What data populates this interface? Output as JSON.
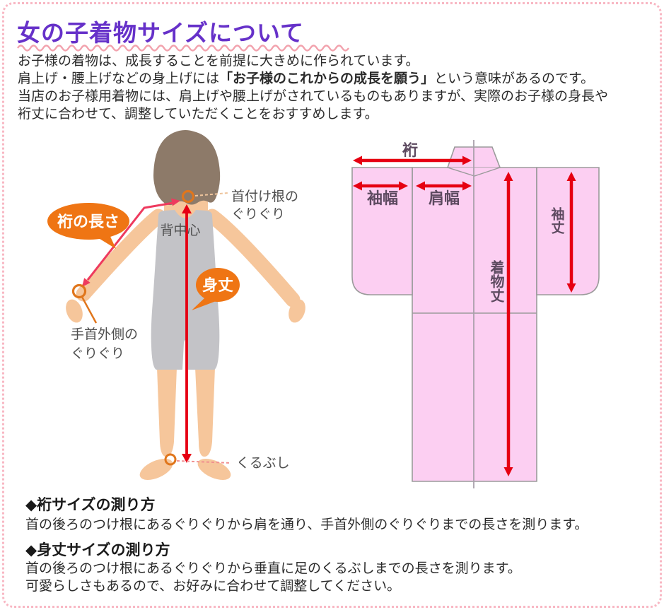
{
  "page": {
    "title": "女の子着物サイズについて",
    "intro_line1": "お子様の着物は、成長することを前提に大きめに作られています。",
    "intro_line2_pre": "肩上げ・腰上げなどの身上げには",
    "intro_line2_bold": "「お子様のこれからの成長を願う」",
    "intro_line2_post": "という意味があるのです。",
    "intro_line3": "当店のお子様用着物には、肩上げや腰上げがされているものもありますが、実際のお子様の身長や",
    "intro_line4": "裄丈に合わせて、調整していただくことをおすすめします。"
  },
  "child_figure": {
    "bubble_yuki": "裄の長さ",
    "bubble_mitake": "身丈",
    "label_neck_line1": "首付け根の",
    "label_neck_line2": "ぐりぐり",
    "label_back_center": "背中心",
    "label_wrist_line1": "手首外側の",
    "label_wrist_line2": "ぐりぐり",
    "label_ankle": "くるぶし"
  },
  "kimono_figure": {
    "label_yuki": "裄",
    "label_sode_haba": "袖幅",
    "label_kata_haba": "肩幅",
    "label_sode_take": "袖丈",
    "label_kimono_take": "着物丈"
  },
  "sections": [
    {
      "heading": "◆裄サイズの測り方",
      "lines": [
        "首の後ろのつけ根にあるぐりぐりから肩を通り、手首外側のぐりぐりまでの長さを測ります。"
      ]
    },
    {
      "heading": "◆身丈サイズの測り方",
      "lines": [
        "首の後ろのつけ根にあるぐりぐりから垂直に足のくるぶしまでの長さを測ります。",
        "可愛らしさもあるので、お好みに合わせて調整してください。"
      ]
    }
  ],
  "colors": {
    "title_purple": "#6631c9",
    "border_pink": "#f8b7c3",
    "wave_pink": "#f2a2ad",
    "bubble_orange": "#ef7514",
    "arrow_red": "#e60012",
    "arrow_crimson": "#ee3a5e",
    "ring_orange": "#e0761c",
    "kimono_pink": "#fccff2",
    "outline_gray": "#9b9b9b",
    "skin": "#f6c69b",
    "suit_gray": "#c3c3c7",
    "hair_brown": "#8d7a69"
  }
}
